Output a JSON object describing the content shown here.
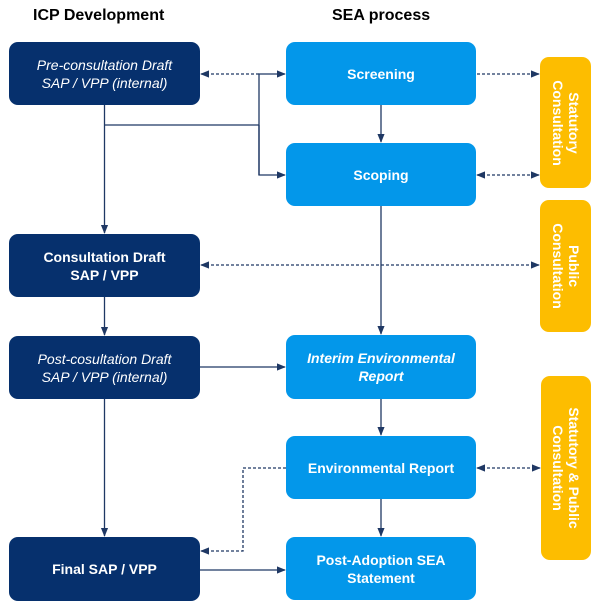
{
  "headers": {
    "left": "ICP Development",
    "right": "SEA process"
  },
  "icp_boxes": [
    {
      "line1": "Pre-consultation Draft",
      "line2": "SAP / VPP (internal)",
      "style": "italic"
    },
    {
      "line1": "Consultation Draft",
      "line2": "SAP / VPP",
      "style": "bold"
    },
    {
      "line1": "Post-cosultation Draft",
      "line2": "SAP / VPP (internal)",
      "style": "italic"
    },
    {
      "line1": "Final SAP / VPP",
      "line2": "",
      "style": "bold"
    }
  ],
  "sea_boxes": [
    {
      "line1": "Screening",
      "line2": ""
    },
    {
      "line1": "Scoping",
      "line2": ""
    },
    {
      "line1": "Interim Environmental",
      "line2": "Report",
      "style": "italic"
    },
    {
      "line1": "Environmental Report",
      "line2": ""
    },
    {
      "line1": "Post-Adoption SEA",
      "line2": "Statement"
    }
  ],
  "consultation_boxes": [
    {
      "line1": "Statutory",
      "line2": "Consultation"
    },
    {
      "line1": "Public",
      "line2": "Consultation"
    },
    {
      "line1": "Statutory & Public",
      "line2": "Consultation"
    }
  ],
  "colors": {
    "icp": "#06306d",
    "sea": "#0397ea",
    "consultation": "#fdbd00",
    "connector": "#1f3864"
  }
}
